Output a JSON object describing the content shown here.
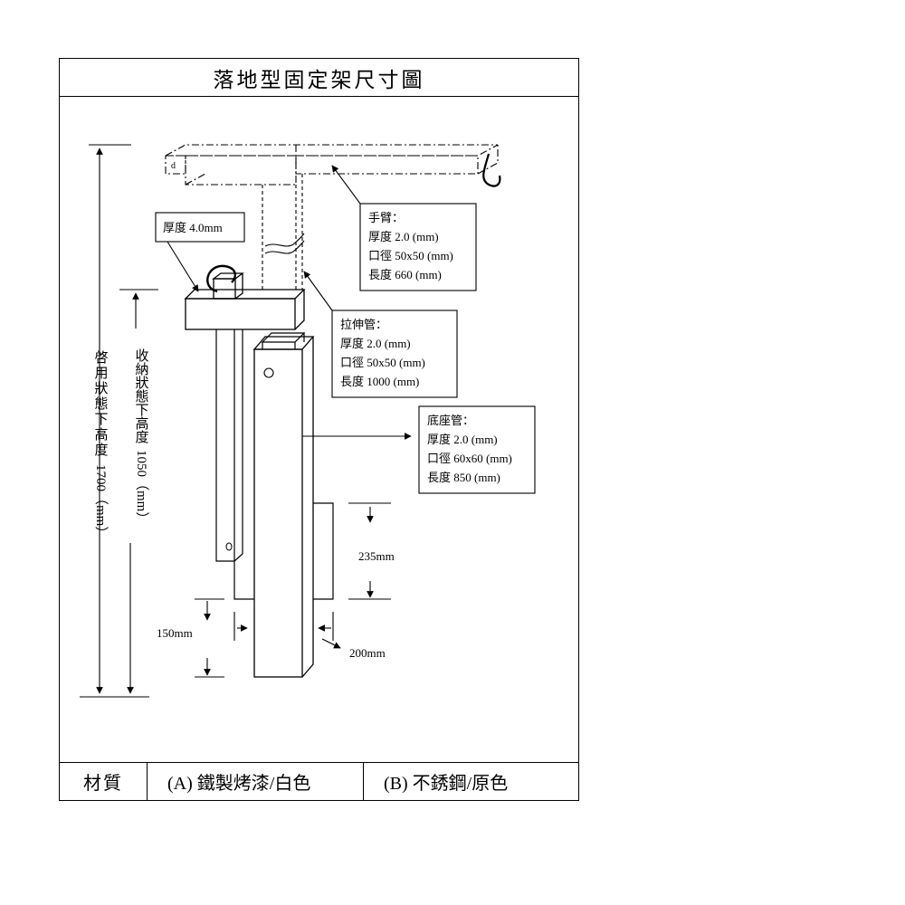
{
  "title": "落地型固定架尺寸圖",
  "callouts": {
    "thickness": "厚度 4.0mm",
    "arm": {
      "heading": "手臂：",
      "thickness": "厚度 2.0 (mm)",
      "bore": "口徑 50x50 (mm)",
      "length": "長度 660 (mm)"
    },
    "tube": {
      "heading": "拉伸管：",
      "thickness": "厚度 2.0 (mm)",
      "bore": "口徑 50x50 (mm)",
      "length": "長度 1000 (mm)"
    },
    "base": {
      "heading": "底座管：",
      "thickness": "厚度 2.0 (mm)",
      "bore": "口徑 60x60 (mm)",
      "length": "長度 850 (mm)"
    }
  },
  "dimensions": {
    "in_use_height_label": "啓用狀態下高度",
    "in_use_height_value": "1700（mm）",
    "stowed_height_label": "收納狀態下高度",
    "stowed_height_value": "1050（mm）",
    "d235": "235mm",
    "d150": "150mm",
    "d200": "200mm"
  },
  "footer": {
    "material_label": "材質",
    "option_a": "(A)  鐵製烤漆/白色",
    "option_b": "(B)  不銹鋼/原色"
  }
}
